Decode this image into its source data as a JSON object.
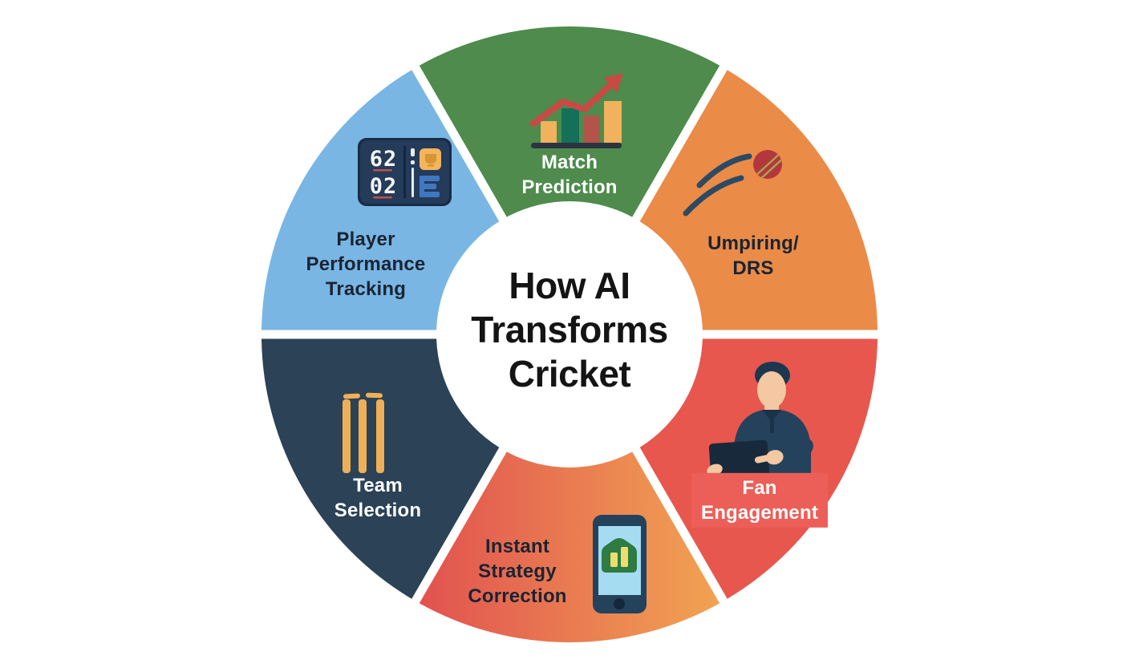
{
  "background": "#FFFFFF",
  "title": {
    "text": "How AI\nTransforms\nCricket",
    "color": "#141414"
  },
  "segments": [
    {
      "id": "match-prediction",
      "label": "Match\nPrediction",
      "fill": "#4E8B4C",
      "label_color": "#FFFFFF",
      "icon": "bar-chart-trend-icon"
    },
    {
      "id": "umpiring-drs",
      "label": "Umpiring/\nDRS",
      "fill": "#EA8B47",
      "label_color": "#1A2433",
      "icon": "cricket-ball-icon"
    },
    {
      "id": "fan-engagement",
      "label": "Fan\nEngagement",
      "fill": "#E7574E",
      "label_color": "#FFFFFF",
      "label_bg": "#EC5F58",
      "icon": "fan-with-tablet-icon"
    },
    {
      "id": "instant-strategy-correction",
      "label": "Instant\nStrategy\nCorrection",
      "gradient": {
        "from": "#E15150",
        "to": "#F1A452"
      },
      "label_color": "#1A2433",
      "icon": "smartphone-analytics-icon"
    },
    {
      "id": "team-selection",
      "label": "Team\nSelection",
      "fill": "#2B4257",
      "label_color": "#FFFFFF",
      "icon": "cricket-stumps-icon"
    },
    {
      "id": "player-performance-tracking",
      "label": "Player\nPerformance\nTracking",
      "fill": "#79B6E4",
      "label_color": "#1A2433",
      "icon": "scoreboard-icon"
    }
  ],
  "icons": {
    "bar_chart": {
      "baseline": "#2B3440",
      "bars": [
        "#F2B15C",
        "#15705A",
        "#B3544A",
        "#F2B15C"
      ],
      "arrow": "#C84A45"
    },
    "cricket_ball": {
      "ball": "#B2383E",
      "seam": "#ABA04E",
      "trail": "#2C4A63"
    },
    "fan": {
      "skin": "#F3C8A2",
      "hair": "#1C374F",
      "shirt": "#24425C",
      "collar": "#1B324A",
      "tablet": "#18293B"
    },
    "smartphone": {
      "body": "#24425C",
      "screen": "#A6DCF2",
      "shape": "#2E7B43",
      "bars": "#EFDC6F",
      "button": "#15273A"
    },
    "stumps": {
      "wood": "#EFAF57"
    },
    "scoreboard": {
      "frame": "#1A2B44",
      "body": "#243B5A",
      "score_top": "62",
      "score_bottom": "02",
      "digit_color": "#F4F6F8",
      "tick": "#C0504A",
      "divider": "#16263C",
      "dash": "#E9EDF2",
      "accent_square": "#F2B45C",
      "accent_glyph": "#D89430",
      "list_icon": "#3E78C0"
    }
  }
}
